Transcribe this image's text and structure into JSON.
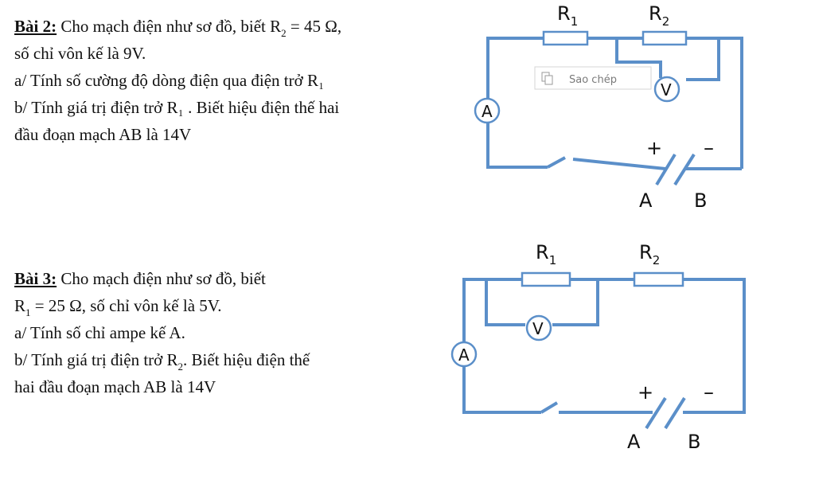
{
  "problem2": {
    "title": "Bài 2:",
    "line1": " Cho mạch điện như sơ đồ, biết R",
    "line1_sub": "2",
    "line1_end": " = 45 Ω,",
    "line2": "số chỉ vôn kế là 9V.",
    "line3": "a/ Tính số cường độ dòng điện qua điện trở R₁",
    "line4": "b/ Tính giá trị điện trở R₁ . Biết hiệu điện thế hai",
    "line5": "đầu đoạn mạch AB là 14V"
  },
  "problem3": {
    "title": "Bài 3:",
    "line1": " Cho mạch điện như sơ đồ, biết",
    "line2_pre": "R",
    "line2_sub": "1",
    "line2_end": " = 25 Ω, số chỉ vôn kế là 5V.",
    "line3": "a/ Tính số chỉ ampe kế A.",
    "line4_pre": "b/ Tính giá trị điện trở R",
    "line4_sub": "2",
    "line4_end": ". Biết hiệu điện thế",
    "line5": "hai đầu đoạn mạch AB là 14V"
  },
  "circuit1": {
    "r1": "R",
    "r1_sub": "1",
    "r2": "R",
    "r2_sub": "2",
    "voltmeter": "V",
    "ammeter": "A",
    "plus": "+",
    "minus": "–",
    "node_a": "A",
    "node_b": "B"
  },
  "circuit2": {
    "r1": "R",
    "r1_sub": "1",
    "r2": "R",
    "r2_sub": "2",
    "voltmeter": "V",
    "ammeter": "A",
    "plus": "+",
    "minus": "–",
    "node_a": "A",
    "node_b": "B"
  },
  "tooltip": {
    "label": "Sao chép",
    "icon": "copy-icon"
  },
  "colors": {
    "wire": "#5b8fc9",
    "text": "#111111"
  }
}
